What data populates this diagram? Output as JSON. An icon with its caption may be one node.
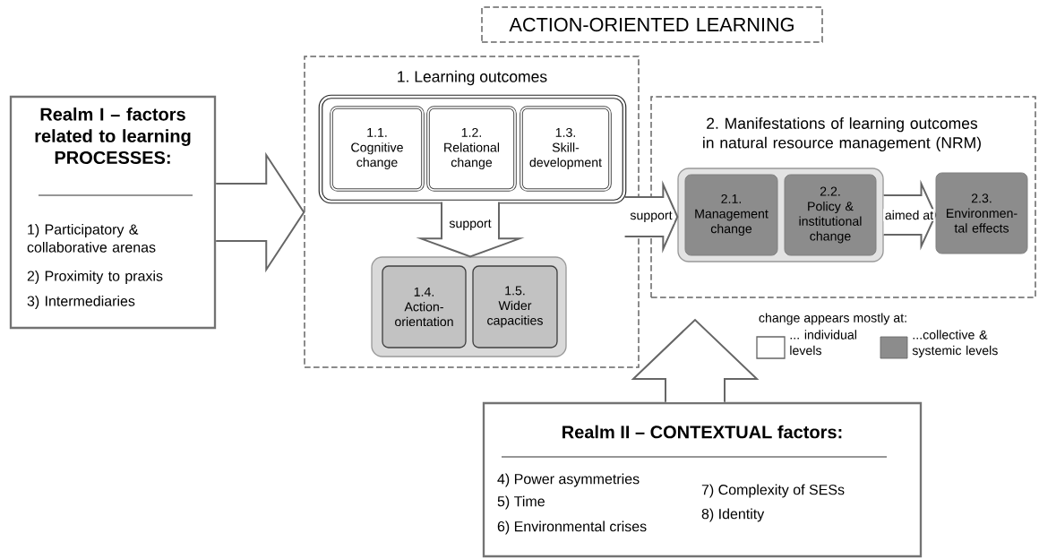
{
  "diagram": {
    "nodes": [
      {
        "text": [
          "ACTION-ORIENTED LEARNING"
        ]
      },
      {
        "text": [
          "Realm I – factors related to learning PROCESSES:",
          "1) Participatory & collaborative arenas",
          "2) Proximity to praxis",
          "3) Intermediaries"
        ]
      },
      {
        "text": [
          "1. Learning outcomes"
        ]
      },
      {
        "text": [],
        "shape": "box",
        "in": 2
      },
      {
        "text": [
          "1.1.",
          "Cognitive change"
        ],
        "in": 3
      },
      {
        "text": [
          "1.2.",
          "Relational change"
        ],
        "in": 3
      },
      {
        "text": [
          "1.3.",
          "Skill-development"
        ],
        "in": 3
      },
      {
        "text": [],
        "shape": "box",
        "in": 2
      },
      {
        "text": [
          "1.4.",
          "Action-orientation"
        ],
        "in": 7
      },
      {
        "text": [
          "1.5.",
          "Wider capacities"
        ],
        "in": 7
      },
      {
        "text": [
          "2. Manifestations of learning outcomes in natural resource management (NRM)"
        ]
      },
      {
        "text": [],
        "shape": "box",
        "in": 10
      },
      {
        "text": [
          "2.1.",
          "Management change"
        ],
        "in": 11
      },
      {
        "text": [
          "2.2.",
          "Policy & institutional change"
        ],
        "in": 11
      },
      {
        "text": [
          "2.3.",
          "Environmen- tal effects"
        ],
        "in": 10
      },
      {
        "text": [
          "Realm II – CONTEXTUAL factors:",
          "4) Power asymmetries",
          "5) Time",
          "6) Environmental crises",
          "7) Complexity of SESs",
          "8) Identity"
        ]
      }
    ],
    "edges": [
      {
        "from": 1,
        "to": 2,
        "arrow": "to"
      },
      {
        "from": 3,
        "to": 7,
        "arrow": "to",
        "label": "support"
      },
      {
        "from": 3,
        "to": 11,
        "arrow": "to",
        "label": "support"
      },
      {
        "from": 11,
        "to": 14,
        "arrow": "to",
        "label": "aimed at"
      },
      {
        "from": 15,
        "to": null,
        "arrow": "to"
      }
    ],
    "labels": [
      "change appears mostly at:"
    ],
    "legend": [
      {
        "text": "... individual levels"
      },
      {
        "text": "...collective & systemic levels",
        "color": "#8c8c8c"
      }
    ]
  }
}
